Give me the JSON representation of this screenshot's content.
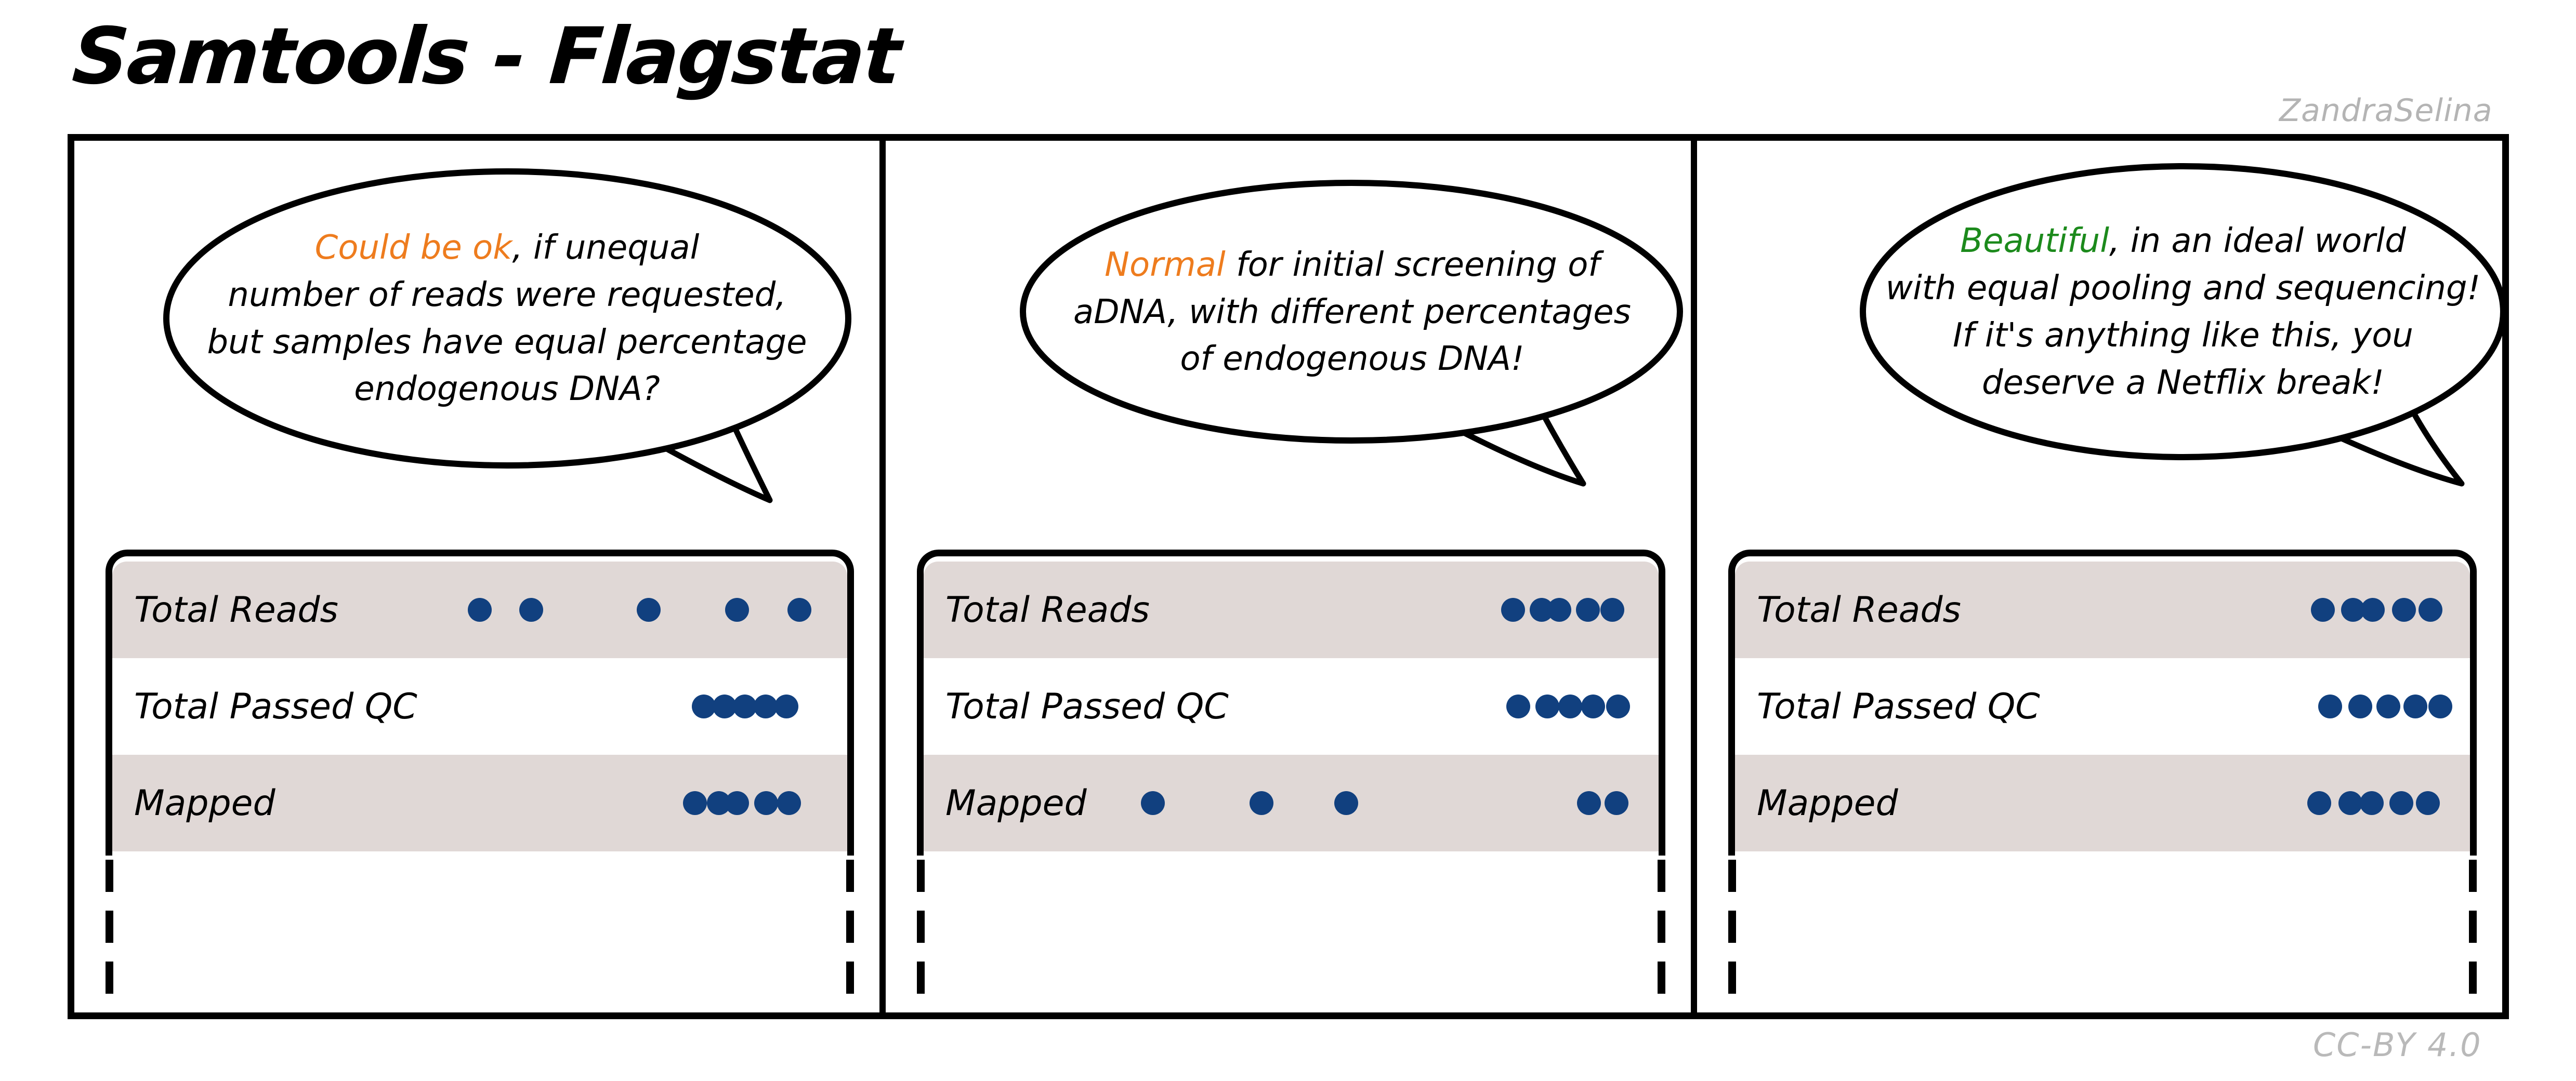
{
  "title": "Samtools - Flagstat",
  "credit": "ZandraSelina",
  "license": "CC-BY 4.0",
  "theme": {
    "dot_color": "#11407f",
    "row_shade": "#e0d8d6",
    "accent_orange": "#ee7c1e",
    "accent_green": "#1c8a1c",
    "muted_text": "#b4b4b4",
    "outline": "#000000"
  },
  "panels": [
    {
      "bubble": {
        "lead": "Could be ok",
        "lead_color": "#ee7c1e",
        "after_lead": ", if unequal",
        "line2": "number of reads were requested,",
        "line3": "but samples have equal percentage",
        "line4": "endogenous DNA?"
      },
      "table": {
        "rows": [
          {
            "label": "Total Reads",
            "dots": [
              50,
              57,
              73,
              85,
              93.5
            ]
          },
          {
            "label": "Total Passed QC",
            "dots": [
              80.5,
              83.3,
              86.1,
              88.9,
              91.7
            ]
          },
          {
            "label": "Mapped",
            "dots": [
              79.3,
              82.5,
              85.0,
              89.0,
              92.1
            ]
          }
        ]
      }
    },
    {
      "bubble": {
        "lead": "Normal",
        "lead_color": "#ee7c1e",
        "after_lead": " for initial screening of",
        "line2": "aDNA, with different percentages",
        "line3": "of endogenous DNA!"
      },
      "table": {
        "rows": [
          {
            "label": "Total Reads",
            "dots": [
              80.2,
              84.1,
              86.5,
              90.4,
              93.7
            ]
          },
          {
            "label": "Total Passed QC",
            "dots": [
              80.9,
              84.9,
              88.0,
              91.1,
              94.5
            ]
          },
          {
            "label": "Mapped",
            "dots": [
              31.2,
              46.0,
              57.5,
              90.5,
              94.3
            ]
          }
        ]
      }
    },
    {
      "bubble": {
        "lead": "Beautiful",
        "lead_color": "#1c8a1c",
        "after_lead": ", in an ideal world",
        "line2": "with equal pooling and sequencing!",
        "line3": "If it's anything like this, you",
        "line4": "deserve a Netflix break!"
      },
      "table": {
        "rows": [
          {
            "label": "Total Reads",
            "dots": [
              80.0,
              84.1,
              86.8,
              91.0,
              94.6
            ]
          },
          {
            "label": "Total Passed QC",
            "dots": [
              81.0,
              85.1,
              88.9,
              92.6,
              96.0
            ]
          },
          {
            "label": "Mapped",
            "dots": [
              79.5,
              83.7,
              86.6,
              90.7,
              94.3
            ]
          }
        ]
      }
    }
  ]
}
